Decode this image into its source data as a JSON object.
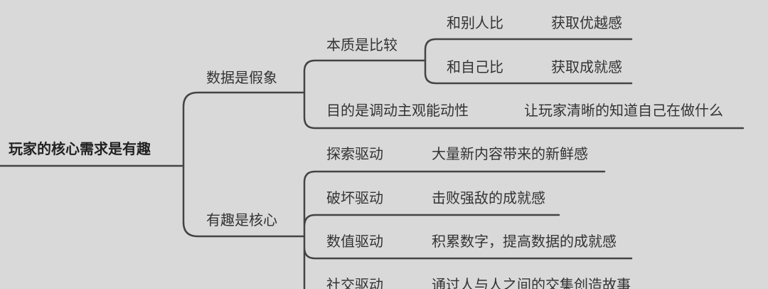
{
  "mindmap": {
    "root": "玩家的核心需求是有趣",
    "branch_data": {
      "label": "数据是假象",
      "essence": {
        "label": "本质是比较",
        "compare_others": {
          "label": "和别人比",
          "result": "获取优越感"
        },
        "compare_self": {
          "label": "和自己比",
          "result": "获取成就感"
        }
      },
      "purpose": {
        "label": "目的是调动主观能动性",
        "result": "让玩家清晰的知道自己在做什么"
      }
    },
    "branch_fun": {
      "label": "有趣是核心",
      "drivers": [
        {
          "label": "探索驱动",
          "result": "大量新内容带来的新鲜感"
        },
        {
          "label": "破坏驱动",
          "result": "击败强敌的成就感"
        },
        {
          "label": "数值驱动",
          "result": "积累数字，提高数据的成就感"
        },
        {
          "label": "社交驱动",
          "result": "通过人与人之间的交集创造故事"
        }
      ]
    }
  },
  "colors": {
    "background": "#d9d9d9",
    "line": "#444444",
    "text": "#333333"
  }
}
